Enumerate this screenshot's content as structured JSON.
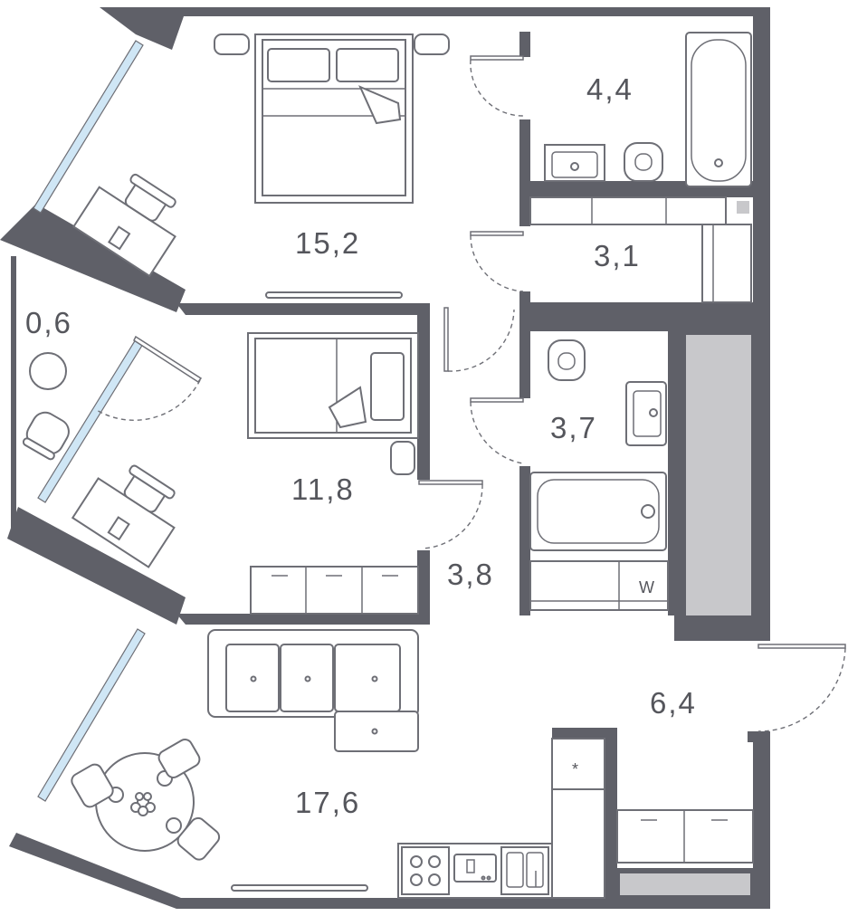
{
  "floor_plan": {
    "colors": {
      "wall": "#5f6068",
      "window_glass": "#cfe6f5",
      "furniture_stroke": "#6e6f76",
      "shaft": "#c8c8cb",
      "text": "#55565c"
    },
    "rooms": [
      {
        "id": "bedroom-1",
        "area": "15,2"
      },
      {
        "id": "bathroom-1",
        "area": "4,4"
      },
      {
        "id": "dressing",
        "area": "3,1"
      },
      {
        "id": "balcony",
        "area": "0,6"
      },
      {
        "id": "bedroom-2",
        "area": "11,8"
      },
      {
        "id": "corridor",
        "area": "3,8"
      },
      {
        "id": "bathroom-2",
        "area": "3,7"
      },
      {
        "id": "hall",
        "area": "6,4"
      },
      {
        "id": "living-kitchen",
        "area": "17,6"
      }
    ],
    "fixtures": {
      "washer_label": "W",
      "fridge_label": "*"
    }
  }
}
